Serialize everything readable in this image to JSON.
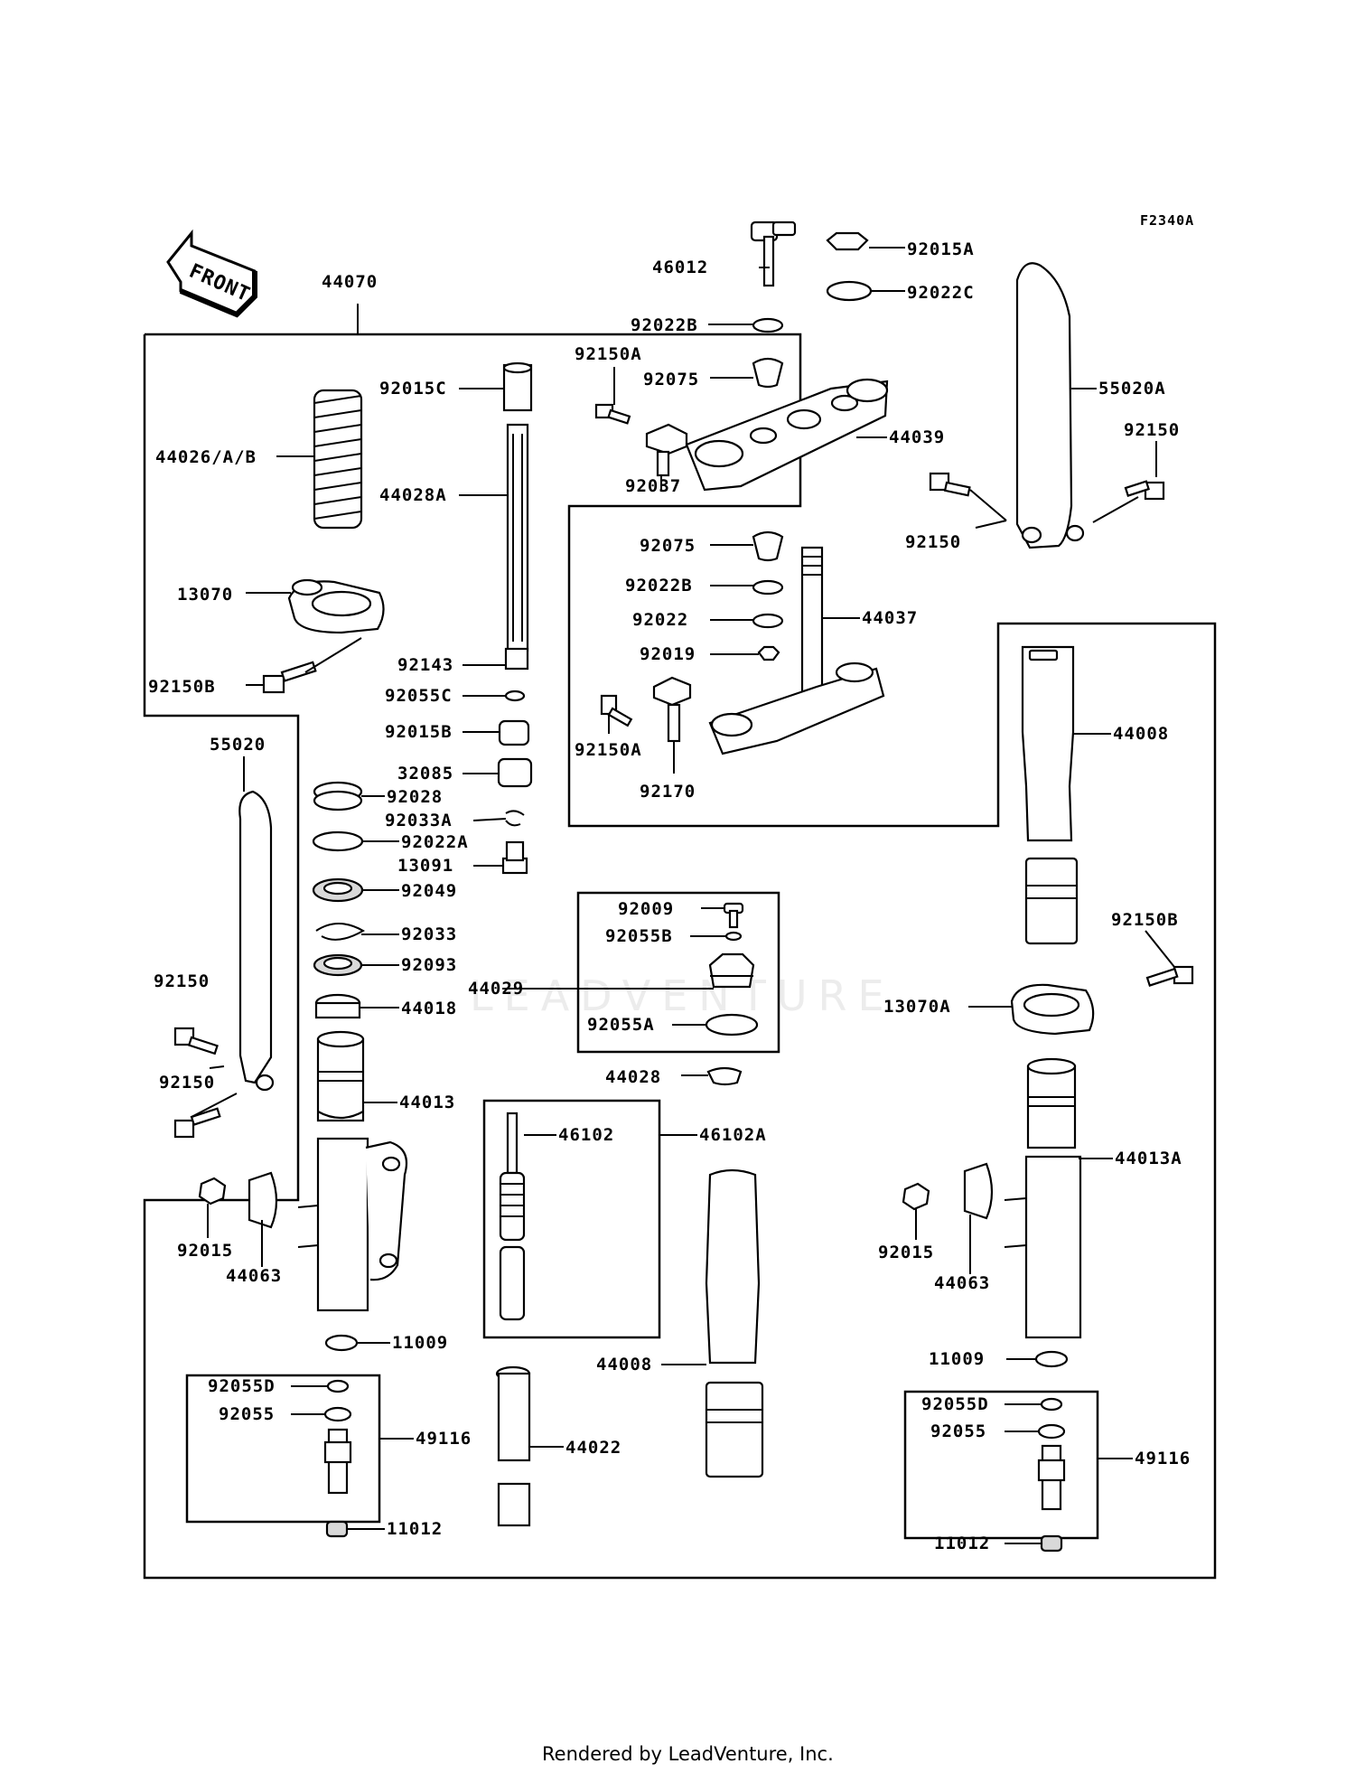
{
  "header": {
    "figure_code": "F2340A",
    "front_label": "FRONT"
  },
  "watermark": "LEADVENTURE",
  "footer": "Rendered by LeadVenture, Inc.",
  "parts": [
    "44070",
    "46012",
    "92015A",
    "92022C",
    "92022B",
    "92150A",
    "92075",
    "44039",
    "55020A",
    "92150",
    "92037",
    "92150",
    "92015C",
    "44026/A/B",
    "44028A",
    "13070",
    "92150B",
    "92075",
    "92022B",
    "92022",
    "44037",
    "92019",
    "92150A",
    "92170",
    "44008",
    "92143",
    "92055C",
    "92015B",
    "32085",
    "92028",
    "92033A",
    "92022A",
    "13091",
    "92049",
    "92033",
    "92093",
    "44018",
    "55020",
    "92150",
    "92150",
    "92009",
    "92055B",
    "44029",
    "92055A",
    "92150B",
    "13070A",
    "44028",
    "44013",
    "46102",
    "46102A",
    "44013A",
    "92015",
    "44063",
    "92015",
    "44063",
    "11009",
    "11009",
    "44008",
    "92055D",
    "92055",
    "49116",
    "44022",
    "92055D",
    "92055",
    "49116",
    "11012",
    "11012"
  ]
}
